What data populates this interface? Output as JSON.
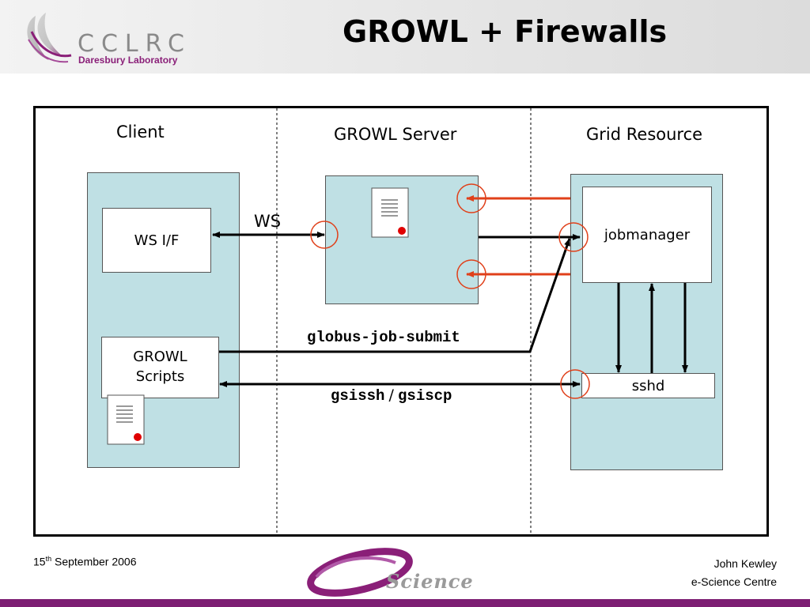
{
  "header": {
    "logo_text": "CCLRC",
    "logo_subtitle": "Daresbury Laboratory",
    "title": "GROWL + Firewalls"
  },
  "diagram": {
    "columns": {
      "client": "Client",
      "server": "GROWL Server",
      "resource": "Grid Resource"
    },
    "nodes": {
      "ws_if": "WS I/F",
      "growl_scripts_line1": "GROWL",
      "growl_scripts_line2": "Scripts",
      "jobmanager": "jobmanager",
      "sshd": "sshd"
    },
    "edge_labels": {
      "ws": "WS",
      "globus_job_submit": "globus-job-submit",
      "gsissh": "gsissh",
      "separator": "/",
      "gsiscp": "gsiscp"
    },
    "colors": {
      "panel": "#bfe0e4",
      "arrow": "#000000",
      "return_arrow": "#e0401a",
      "firewall_circle": "#e0401a",
      "document_dot": "#e00000",
      "brand": "#7d1f73"
    }
  },
  "footer": {
    "date_day": "15",
    "date_suffix": "th",
    "date_rest": " September 2006",
    "author": "John Kewley",
    "organisation": "e-Science Centre",
    "logo_text": "eScience"
  }
}
